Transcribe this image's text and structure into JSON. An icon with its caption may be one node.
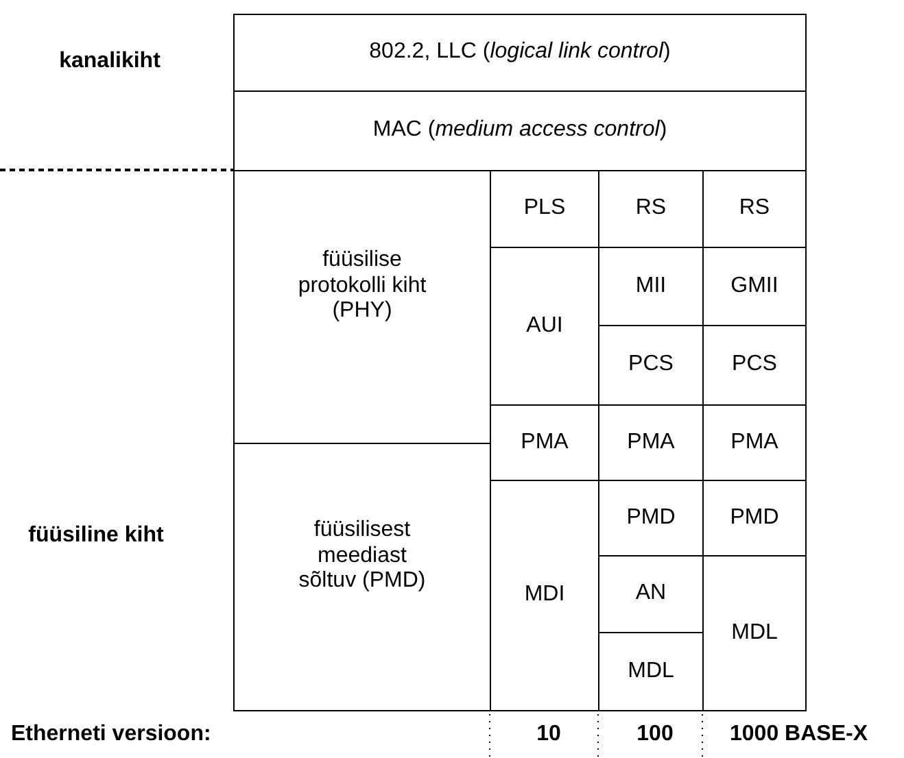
{
  "diagram": {
    "nodes": [
      {
        "text": [
          "802.2, LLC (*logical link control*)"
        ]
      },
      {
        "text": [
          "MAC (*medium access control*)"
        ]
      },
      {
        "text": [
          "füüsilise protokolli kiht (PHY)"
        ]
      },
      {
        "text": [
          "füüsilisest meediast sõltuv (PMD)"
        ]
      },
      {
        "text": [
          "PLS"
        ]
      },
      {
        "text": [
          "RS"
        ]
      },
      {
        "text": [
          "RS"
        ]
      },
      {
        "text": [
          "AUI"
        ]
      },
      {
        "text": [
          "MII"
        ]
      },
      {
        "text": [
          "GMII"
        ]
      },
      {
        "text": [
          "PCS"
        ]
      },
      {
        "text": [
          "PCS"
        ]
      },
      {
        "text": [
          "PMA"
        ]
      },
      {
        "text": [
          "PMA"
        ]
      },
      {
        "text": [
          "PMA"
        ]
      },
      {
        "text": [
          "MDI"
        ]
      },
      {
        "text": [
          "PMD"
        ]
      },
      {
        "text": [
          "PMD"
        ]
      },
      {
        "text": [
          "AN"
        ]
      },
      {
        "text": [
          "MDL"
        ]
      },
      {
        "text": [
          "MDL"
        ]
      }
    ],
    "edges": [],
    "labels": [
      "kanalikiht",
      "füüsiline kiht",
      "Etherneti versioon:",
      "10",
      "100",
      "1000 BASE-X"
    ]
  }
}
